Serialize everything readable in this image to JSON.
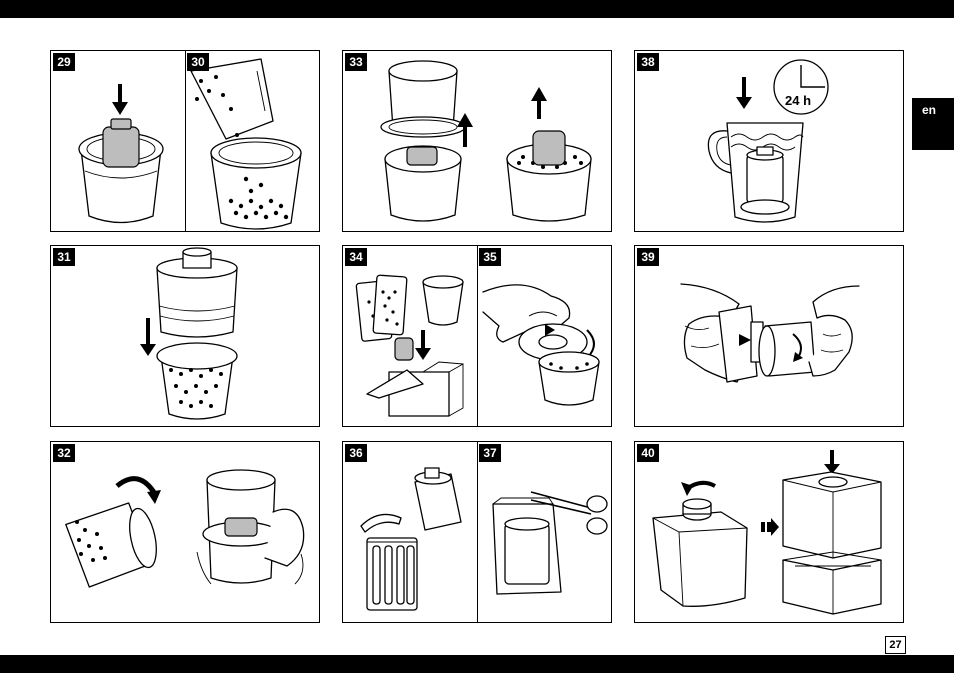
{
  "language_tab": "en",
  "page_number": "27",
  "steps": {
    "s29": "29",
    "s30": "30",
    "s31": "31",
    "s32": "32",
    "s33": "33",
    "s34": "34",
    "s35": "35",
    "s36": "36",
    "s37": "37",
    "s38": "38",
    "s39": "39",
    "s40": "40"
  },
  "timer_label": "24 h"
}
